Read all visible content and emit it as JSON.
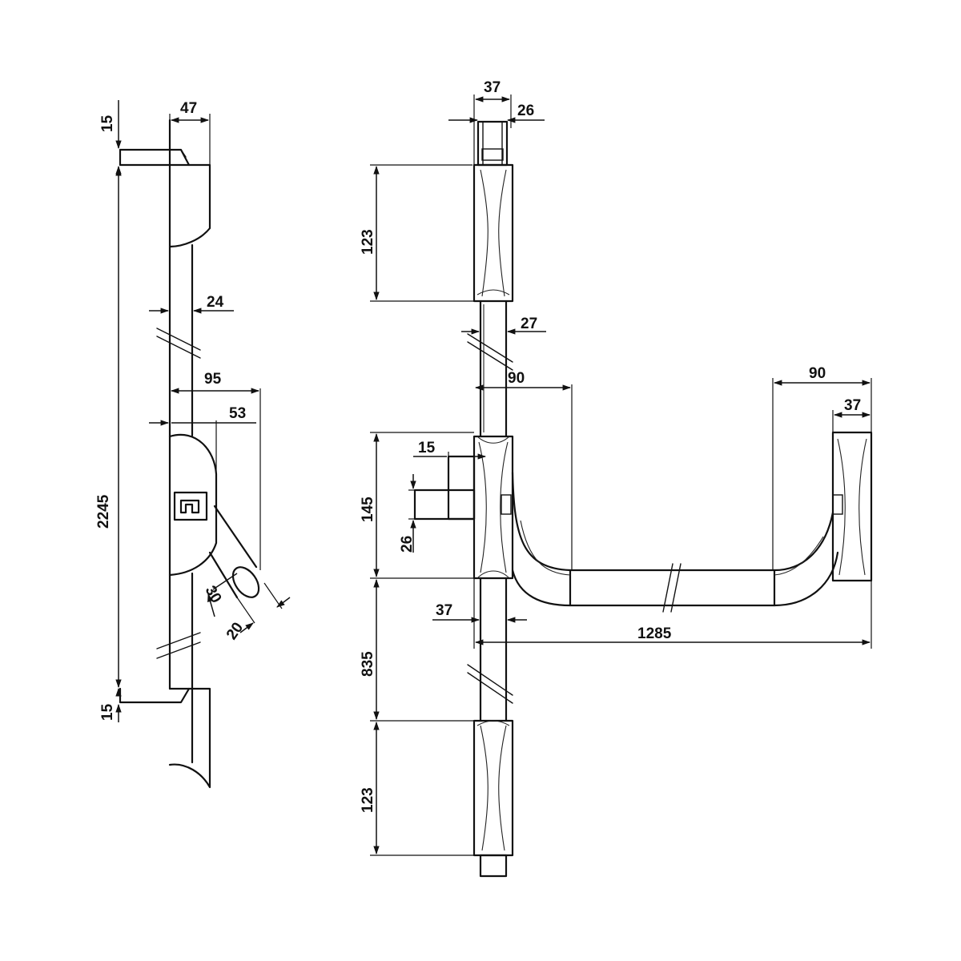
{
  "side_view": {
    "dim_15_top": "15",
    "dim_47": "47",
    "dim_2245": "2245",
    "dim_24": "24",
    "dim_95": "95",
    "dim_53": "53",
    "dim_30": "30",
    "dim_20": "20",
    "dim_15_bottom": "15"
  },
  "front_view": {
    "dim_37_top": "37",
    "dim_26_top": "26",
    "dim_123_top": "123",
    "dim_27": "27",
    "dim_90_left": "90",
    "dim_90_right": "90",
    "dim_37_right": "37",
    "dim_15_bracket": "15",
    "dim_145": "145",
    "dim_26_bracket": "26",
    "dim_37_middle": "37",
    "dim_835": "835",
    "dim_1285": "1285",
    "dim_123_bottom": "123"
  },
  "colors": {
    "line": "#111111",
    "background": "#ffffff"
  }
}
